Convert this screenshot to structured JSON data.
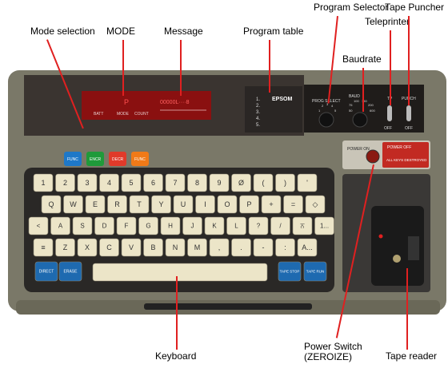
{
  "callouts": {
    "mode_selection": "Mode selection",
    "mode": "MODE",
    "message": "Message",
    "program_table": "Program table",
    "program_selector": "Program Selector",
    "teleprinter": "Teleprinter",
    "tape_puncher": "Tape Puncher",
    "baudrate": "Baudrate",
    "keyboard": "Keyboard",
    "power_switch_line1": "Power Switch",
    "power_switch_line2": "(ZEROIZE)",
    "tape_reader": "Tape reader"
  },
  "display": {
    "mode_letter": "P",
    "label_batt": "BATT",
    "label_mode": "MODE",
    "label_count": "COUNT",
    "message_text": "00000L····8"
  },
  "program_table": {
    "rows": [
      "1.",
      "2.",
      "3.",
      "4.",
      "5."
    ],
    "entry_1": "EPSOM"
  },
  "switch_panel": {
    "prog_select": "PROG SELECT",
    "baud": "BAUD",
    "tp": "TP",
    "punch": "PUNCH",
    "off_1": "OFF",
    "off_2": "OFF",
    "prog_nums": [
      "1",
      "2",
      "3",
      "4",
      "5"
    ],
    "baud_nums": [
      "50",
      "75",
      "100",
      "150",
      "200",
      "600"
    ]
  },
  "power": {
    "on_label": "POWER ON",
    "off_label": "POWER OFF",
    "warning": "ALL KEYS DESTROYED"
  },
  "mode_keys": [
    {
      "label": "FUNC",
      "color": "#1e78c8"
    },
    {
      "label": "ENCR",
      "color": "#1f9a3a"
    },
    {
      "label": "DECR",
      "color": "#e03a2a"
    },
    {
      "label": "FUNC",
      "color": "#f07a18"
    }
  ],
  "keyboard": {
    "row1": [
      "1",
      "2",
      "3",
      "4",
      "5",
      "6",
      "7",
      "8",
      "9",
      "Ø",
      "(",
      ")",
      "'"
    ],
    "row2": [
      "Q",
      "W",
      "E",
      "R",
      "T",
      "Y",
      "U",
      "I",
      "O",
      "P",
      "+",
      "=",
      "◇"
    ],
    "row3": [
      "<",
      "A",
      "S",
      "D",
      "F",
      "G",
      "H",
      "J",
      "K",
      "L",
      "?",
      "/",
      "ਨ",
      "1..."
    ],
    "row4": [
      "≡",
      "Z",
      "X",
      "C",
      "V",
      "B",
      "N",
      "M",
      ",",
      ".",
      "-",
      ":",
      "A..."
    ],
    "direct": "DIRECT",
    "erase": "ERASE",
    "tape_stop": "TAPE STOP",
    "tape_run": "TAPE RUN"
  },
  "colors": {
    "casing": "#7a7868",
    "panel": "#3a3430",
    "display": "#8a1010",
    "key": "#ece5c8",
    "blue_key": "#1e6ab0"
  }
}
